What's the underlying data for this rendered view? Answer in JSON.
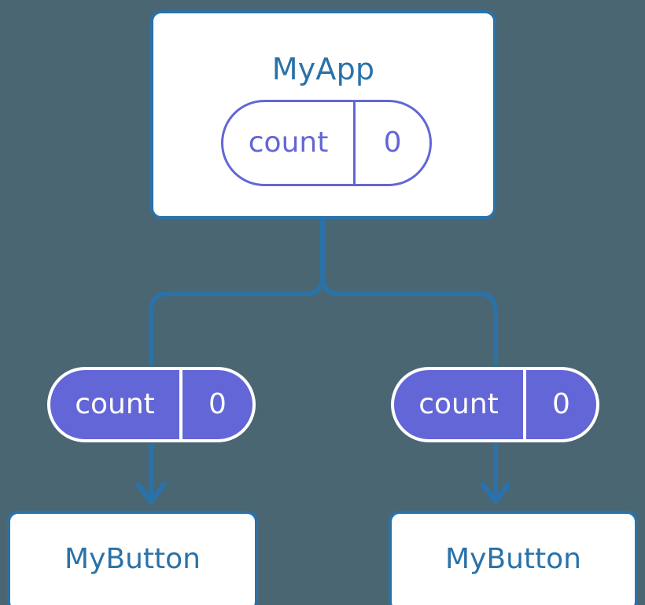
{
  "diagram": {
    "title_text": "MyApp",
    "background_color": "#4a6672",
    "accent_blue": "#2a72a8",
    "accent_purple": "#6366d6",
    "box_fill": "#ffffff"
  },
  "root": {
    "name": "MyApp",
    "state": {
      "key": "count",
      "value": "0"
    }
  },
  "branches": [
    {
      "state": {
        "key": "count",
        "value": "0"
      },
      "child": {
        "name": "MyButton"
      }
    },
    {
      "state": {
        "key": "count",
        "value": "0"
      },
      "child": {
        "name": "MyButton"
      }
    }
  ],
  "connectors": {
    "trunk": "vertical-line",
    "split": "tee-split",
    "arrow": "arrow-down"
  }
}
